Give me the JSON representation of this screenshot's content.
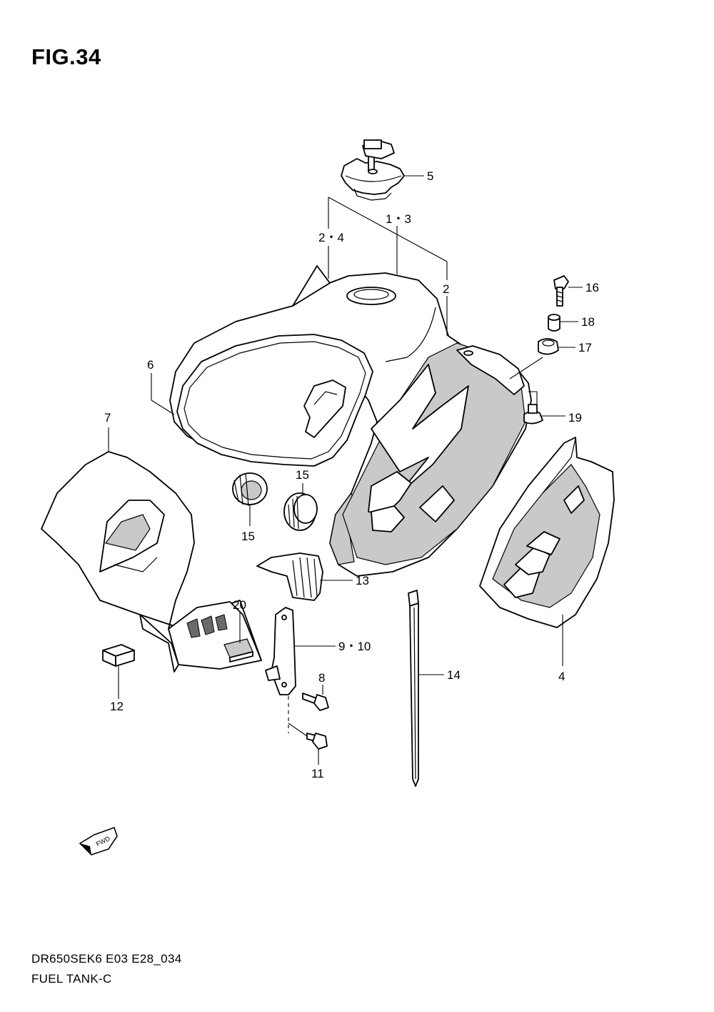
{
  "figure": {
    "title": "FIG.34",
    "code": "DR650SEK6 E03 E28_034",
    "name": "FUEL TANK-C"
  },
  "fwd_badge": "FWD",
  "callouts": [
    {
      "id": "5",
      "text": "5"
    },
    {
      "id": "1-3",
      "text": "1・3"
    },
    {
      "id": "2-4",
      "text": "2・4"
    },
    {
      "id": "2",
      "text": "2"
    },
    {
      "id": "16",
      "text": "16"
    },
    {
      "id": "18",
      "text": "18"
    },
    {
      "id": "17",
      "text": "17"
    },
    {
      "id": "6",
      "text": "6"
    },
    {
      "id": "19",
      "text": "19"
    },
    {
      "id": "7",
      "text": "7"
    },
    {
      "id": "15a",
      "text": "15"
    },
    {
      "id": "15b",
      "text": "15"
    },
    {
      "id": "13",
      "text": "13"
    },
    {
      "id": "20",
      "text": "20"
    },
    {
      "id": "9-10",
      "text": "9・10"
    },
    {
      "id": "14",
      "text": "14"
    },
    {
      "id": "4",
      "text": "4"
    },
    {
      "id": "8",
      "text": "8"
    },
    {
      "id": "12",
      "text": "12"
    },
    {
      "id": "11",
      "text": "11"
    }
  ]
}
